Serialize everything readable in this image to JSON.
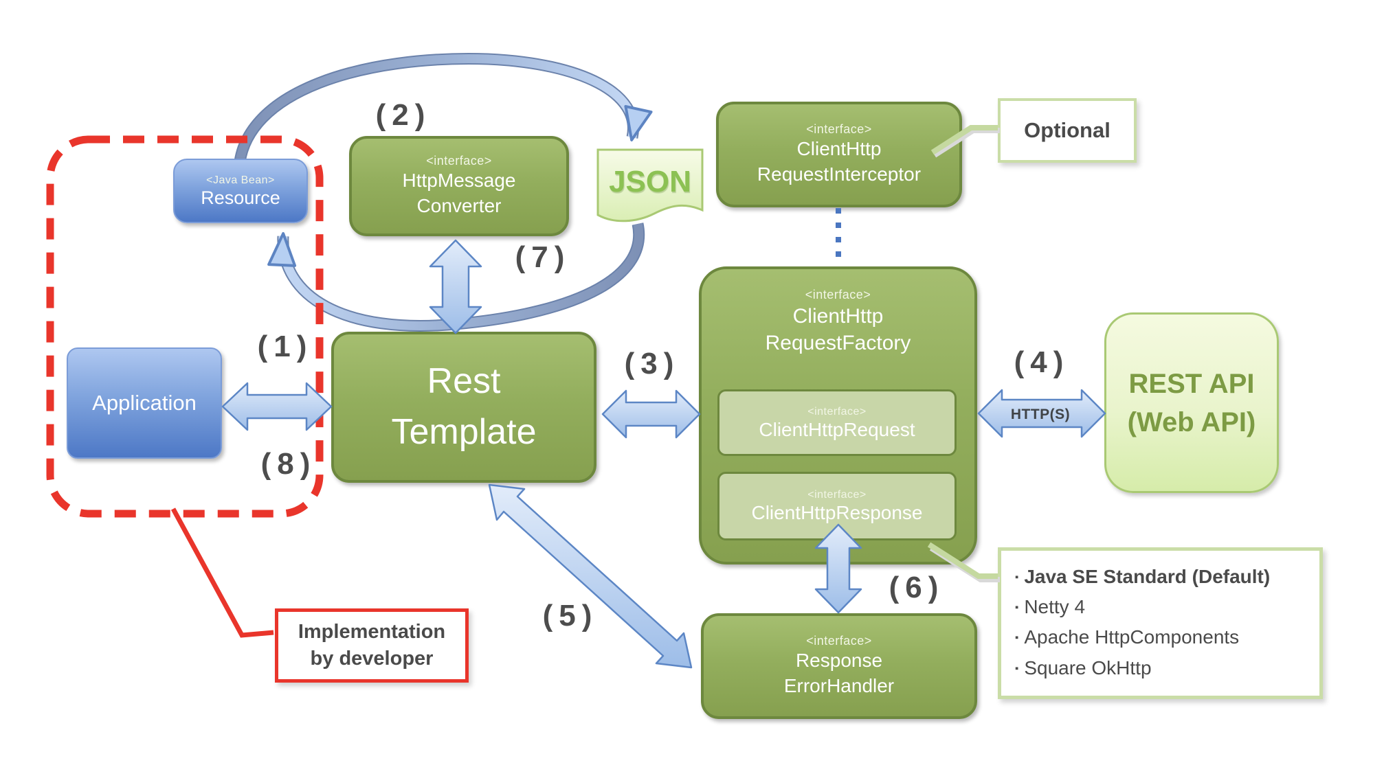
{
  "boxes": {
    "application": {
      "title": "Application"
    },
    "resource": {
      "stereotype": "<Java Bean>",
      "title": "Resource"
    },
    "http_message_converter": {
      "stereotype": "<interface>",
      "line1": "HttpMessage",
      "line2": "Converter"
    },
    "json": {
      "label": "JSON"
    },
    "client_http_request_interceptor": {
      "stereotype": "<interface>",
      "line1": "ClientHttp",
      "line2": "RequestInterceptor"
    },
    "rest_template": {
      "line1": "Rest",
      "line2": "Template"
    },
    "client_http_request_factory": {
      "stereotype": "<interface>",
      "line1": "ClientHttp",
      "line2": "RequestFactory"
    },
    "client_http_request": {
      "stereotype": "<interface>",
      "title": "ClientHttpRequest"
    },
    "client_http_response": {
      "stereotype": "<interface>",
      "title": "ClientHttpResponse"
    },
    "rest_api": {
      "line1": "REST API",
      "line2": "(Web API)"
    },
    "response_error_handler": {
      "stereotype": "<interface>",
      "line1": "Response",
      "line2": "ErrorHandler"
    }
  },
  "annotations": {
    "optional_label": "Optional",
    "implementation_note": {
      "line1": "Implementation",
      "line2": "by developer"
    },
    "request_factory_implementations": {
      "bullet": "▪",
      "items": [
        {
          "text": "Java SE Standard (Default)",
          "bold": true
        },
        {
          "text": "Netty 4",
          "bold": false
        },
        {
          "text": "Apache HttpComponents",
          "bold": false
        },
        {
          "text": "Square OkHttp",
          "bold": false
        }
      ]
    }
  },
  "step_labels": {
    "s1": "(1)",
    "s2": "(2)",
    "s3": "(3)",
    "s4": "(4)",
    "s5": "(5)",
    "s6": "(6)",
    "s7": "(7)",
    "s8": "(8)"
  },
  "arrow_labels": {
    "http": "HTTP(S)"
  },
  "colors": {
    "green_box": "#93ae5d",
    "green_border": "#6d883e",
    "inner_green": "#c8d6a8",
    "blue_box": "#4d78c6",
    "arrow_blue": "#9dbde8",
    "arrow_border": "#5c86c5",
    "loop_dark": "#7e91b6",
    "loop_light": "#c3d7f4",
    "rest_api_fill": "#e7f4c8",
    "rest_api_text": "#7d9b44",
    "json_text": "#8cc153",
    "red_accent": "#e9352b",
    "callout_green": "#c5d9a0",
    "step_text": "#4d4d4d"
  }
}
